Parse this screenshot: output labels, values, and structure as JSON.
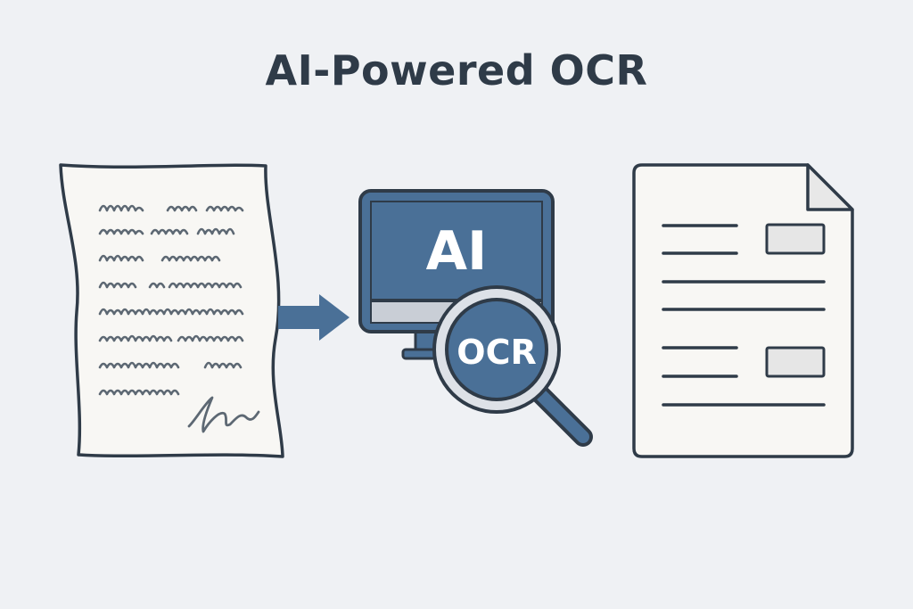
{
  "title": "AI-Powered OCR",
  "monitor": {
    "label": "AI"
  },
  "magnifier": {
    "label": "OCR"
  },
  "icons": {
    "handwritten_document": "handwritten-document-icon",
    "arrow": "arrow-right-icon",
    "computer": "computer-monitor-icon",
    "magnifier": "magnifying-glass-icon",
    "digital_document": "digital-document-icon"
  },
  "colors": {
    "background": "#eff1f4",
    "outline": "#2f3b48",
    "accent_blue": "#4a7097",
    "paper": "#f8f7f4",
    "field_fill": "#e6e6e6"
  }
}
